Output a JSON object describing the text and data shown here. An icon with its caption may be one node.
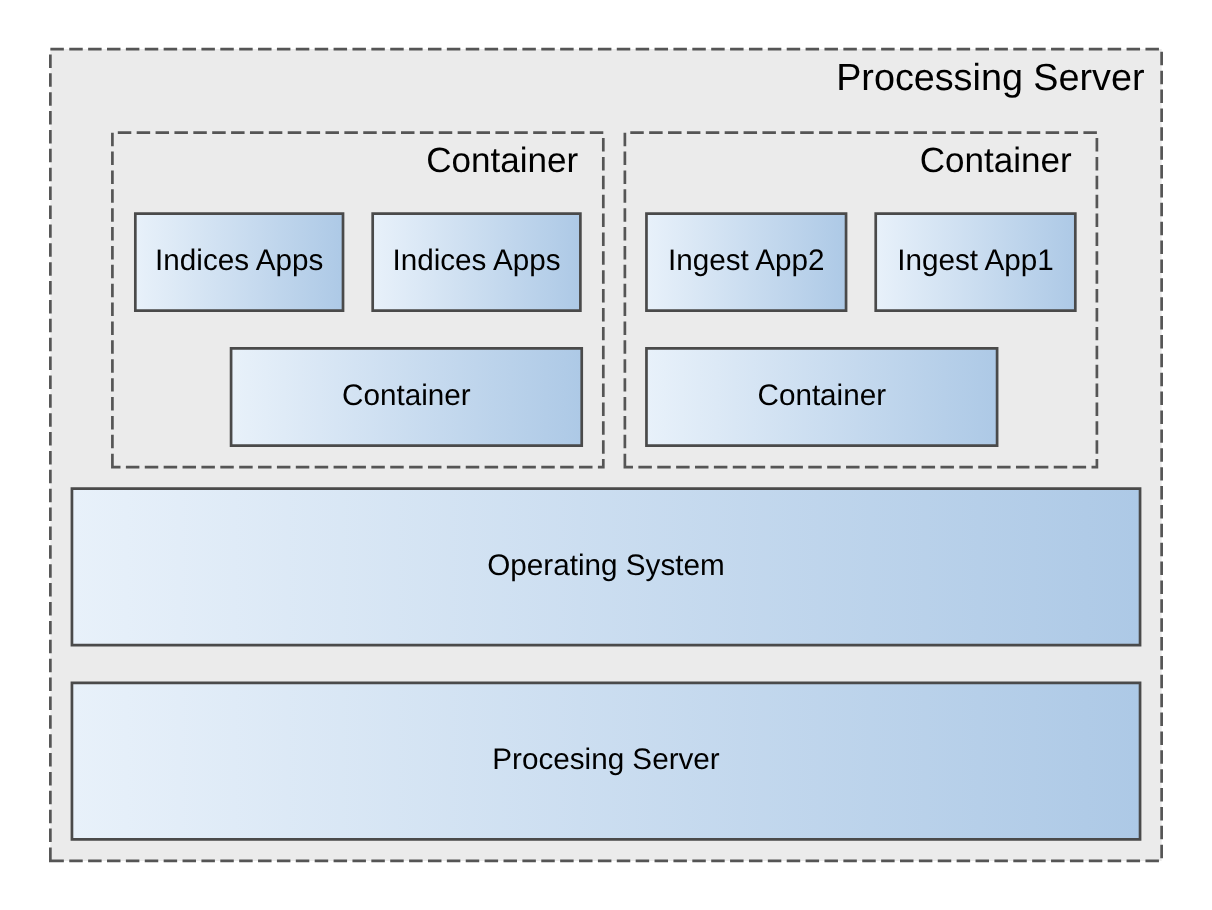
{
  "diagram": {
    "nodes": [
      {
        "text": [
          "Processing Server"
        ]
      },
      {
        "text": [
          "Container"
        ],
        "in": 0
      },
      {
        "text": [
          "Ingest App1"
        ],
        "in": 1
      },
      {
        "text": [
          "Ingest App2"
        ],
        "in": 1
      },
      {
        "text": [
          "Container"
        ],
        "in": 1
      },
      {
        "text": [
          "Container"
        ],
        "in": 0
      },
      {
        "text": [
          "Indices Apps"
        ],
        "in": 5
      },
      {
        "text": [
          "Indices Apps"
        ],
        "in": 5
      },
      {
        "text": [
          "Container"
        ],
        "in": 5
      },
      {
        "text": [
          "Operating System"
        ],
        "in": 0
      },
      {
        "text": [
          "Procesing Server"
        ],
        "in": 0
      }
    ],
    "edges": []
  }
}
